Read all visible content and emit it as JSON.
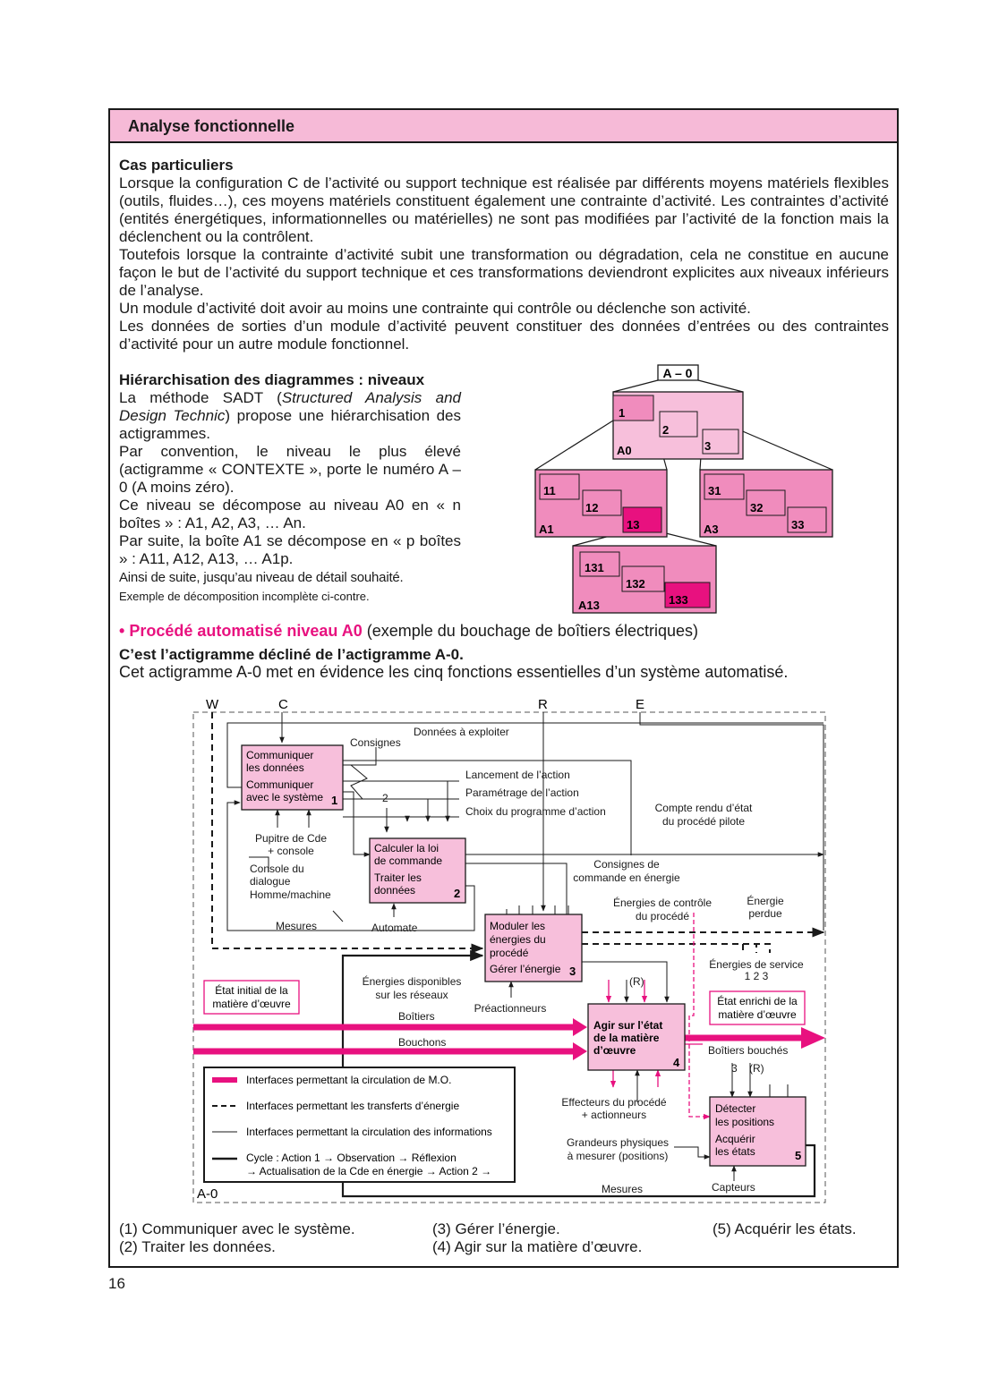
{
  "header": {
    "title": "Analyse fonctionnelle"
  },
  "cas": {
    "title": "Cas particuliers",
    "p1": "Lorsque la configuration C de l’activité ou support technique est réalisée par différents moyens matériels flexibles (outils, fluides…), ces moyens matériels constituent également une contrainte d’activité. Les contraintes d’activité (entités énergétiques, informationnelles ou matérielles) ne sont pas modifiées par l’activité de la fonction mais la déclenchent ou la contrôlent.",
    "p2": "Toutefois lorsque la contrainte d’activité subit une transformation ou dégradation, cela ne constitue en aucune façon le but de l’activité du support technique et ces transformations deviendront explicites aux niveaux inférieurs de l’analyse.",
    "p3": "Un module d’activité doit avoir au moins une contrainte qui contrôle ou déclenche son activité.",
    "p4": "Les données de sorties d’un module d’activité peuvent constituer des données d’entrées ou des contraintes d’activité pour un autre module fonctionnel."
  },
  "hier": {
    "title": "Hiérarchisation des diagrammes : niveaux",
    "l1a": "La méthode SADT (",
    "l1i": "Structured Analysis and Design Technic",
    "l1b": ") propose une hiérarchisation des actigrammes.",
    "l2": "Par convention, le niveau le plus élevé (actigramme « CONTEXTE », porte le numéro A – 0 (A moins zéro).",
    "l3": "Ce niveau se décompose au niveau A0 en « n boîtes » : A1, A2, A3, … An.",
    "l4": "Par suite, la boîte A1 se décompose en « p boîtes » : A11, A12, A13, … A1p.",
    "l5": "Ainsi de suite, jusqu’au niveau de détail souhaité.",
    "l6": "Exemple de décomposition incomplète ci-contre."
  },
  "tree": {
    "top": "A – 0",
    "a0": {
      "name": "A0",
      "boxes": [
        "1",
        "2",
        "3"
      ]
    },
    "a1": {
      "name": "A1",
      "boxes": [
        "11",
        "12",
        "13"
      ]
    },
    "a3": {
      "name": "A3",
      "boxes": [
        "31",
        "32",
        "33"
      ]
    },
    "a13": {
      "name": "A13",
      "boxes": [
        "131",
        "132",
        "133"
      ]
    }
  },
  "proc": {
    "bullet": "•",
    "title": "Procédé automatisé niveau A0",
    "title_suffix": " (exemple du bouchage de boîtiers électriques)",
    "sub": "C’est l’actigramme décliné de l’actigramme A-0.",
    "desc": "Cet actigramme A-0 met en évidence les cinq fonctions essentielles d’un système automatisé."
  },
  "diagram": {
    "top_labels": {
      "w": "W",
      "c": "C",
      "r": "R",
      "e": "E"
    },
    "frame_label": "A-0",
    "box1": {
      "l1": "Communiquer",
      "l2": "les données",
      "l3": "Communiquer",
      "l4": "avec le système",
      "num": "1"
    },
    "box2": {
      "l1": "Calculer la loi",
      "l2": "de commande",
      "l3": "Traiter les",
      "l4": "données",
      "num": "2"
    },
    "box3": {
      "l1": "Moduler les",
      "l2": "énergies du",
      "l3": "procédé",
      "l4": "Gérer l’énergie",
      "num": "3"
    },
    "box4": {
      "l1": "Agir sur l’état",
      "l2": "de la matière",
      "l3": "d’œuvre",
      "num": "4"
    },
    "box5": {
      "l1": "Détecter",
      "l2": "les positions",
      "l3": "Acquérir",
      "l4": "les états",
      "num": "5"
    },
    "labels": {
      "donnees_exploiter": "Données à exploiter",
      "consignes": "Consignes",
      "lancement": "Lancement de l’action",
      "parametrage": "Paramétrage de l’action",
      "choix": "Choix du programme d’action",
      "two": "2",
      "compte_rendu1": "Compte rendu d’état",
      "compte_rendu2": "du procédé pilote",
      "pupitre1": "Pupitre de Cde",
      "pupitre2": "+ console",
      "console1": "Console du",
      "console2": "dialogue",
      "console3": "Homme/machine",
      "mesures": "Mesures",
      "automate": "Automate",
      "consignes_cmd1": "Consignes de",
      "consignes_cmd2": "commande en énergie",
      "energies_ctrl1": "Énergies de contrôle",
      "energies_ctrl2": "du procédé",
      "energie_perdue1": "Énergie",
      "energie_perdue2": "perdue",
      "energies_service1": "Énergies de service",
      "energies_service2": "1  2  3",
      "energies_dispo1": "Énergies disponibles",
      "energies_dispo2": "sur les réseaux",
      "preactionneurs": "Préactionneurs",
      "r_box4": "(R)",
      "etat_initial1": "État initial de la",
      "etat_initial2": "matière d’œuvre",
      "etat_enrichi1": "État enrichi de la",
      "etat_enrichi2": "matière d’œuvre",
      "boitiers": "Boîtiers",
      "bouchons": "Bouchons",
      "boitiers_bouches": "Boîtiers bouchés",
      "three": "3",
      "r_box5": "(R)",
      "effecteurs1": "Effecteurs du procédé",
      "effecteurs2": "+ actionneurs",
      "grandeurs1": "Grandeurs physiques",
      "grandeurs2": "à mesurer (positions)",
      "mesures_bottom": "Mesures",
      "capteurs": "Capteurs"
    },
    "legend": {
      "l1": "Interfaces permettant la circulation de M.O.",
      "l2": "Interfaces permettant les transferts d’énergie",
      "l3": "Interfaces permettant la circulation des informations",
      "l4a": "Cycle : Action 1 → Observation → Réflexion",
      "l4b": "→ Actualisation de la Cde en énergie → Action 2 →"
    }
  },
  "footer": {
    "f1": "(1) Communiquer avec le système.",
    "f2": "(2) Traiter les données.",
    "f3": "(3) Gérer l’énergie.",
    "f4": "(4) Agir sur la matière d’œuvre.",
    "f5": "(5) Acquérir les états."
  },
  "page_number": "16",
  "colors": {
    "accent": "#e8117f",
    "light_pink": "#f6bad7",
    "mid_pink": "#f08cbd",
    "box_pink": "#f7bfdb"
  }
}
